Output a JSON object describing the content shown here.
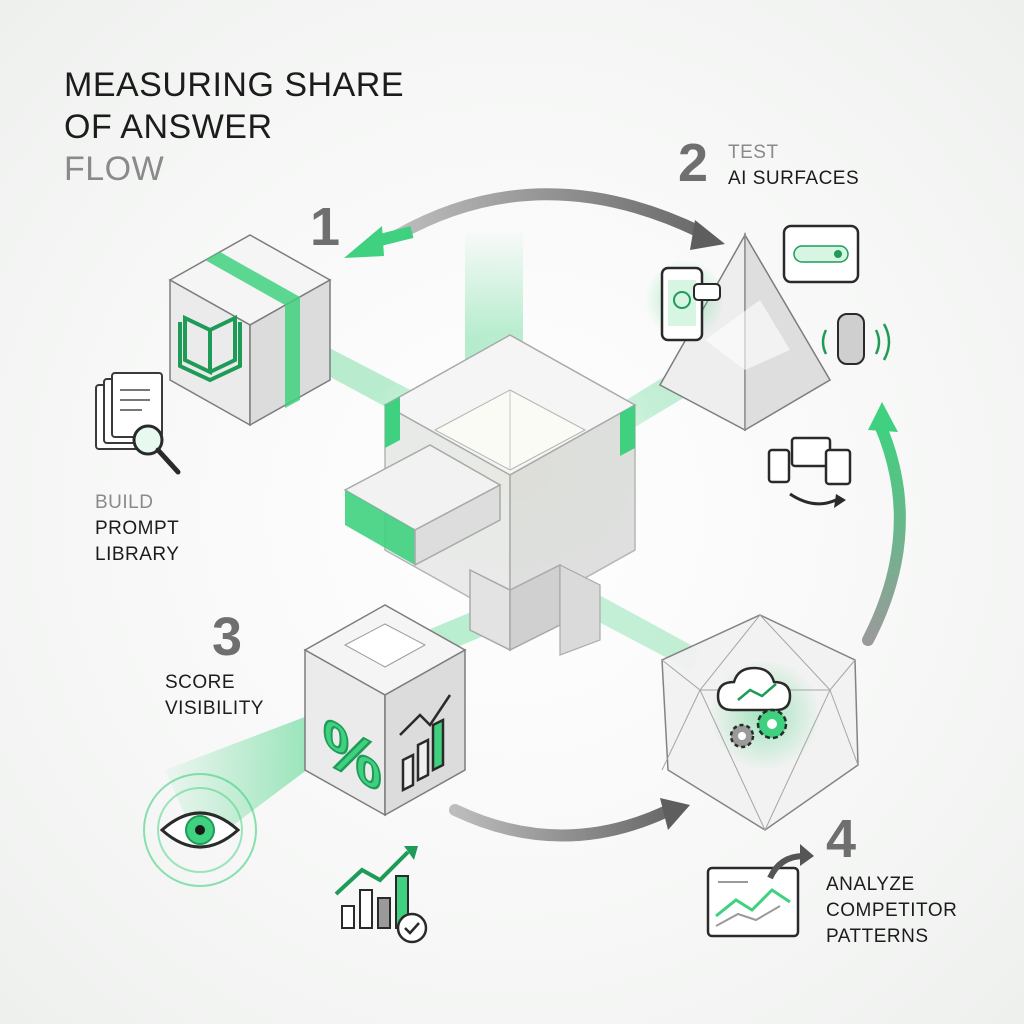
{
  "title": {
    "line1": "MEASURING SHARE",
    "line2": "OF ANSWER",
    "line3": "FLOW"
  },
  "steps": [
    {
      "number": "1",
      "label_line1": "BUILD",
      "label_line2": "PROMPT",
      "label_line3": "LIBRARY"
    },
    {
      "number": "2",
      "label_line1": "TEST",
      "label_line2": "AI SURFACES"
    },
    {
      "number": "3",
      "label_line1": "SCORE",
      "label_line2": "VISIBILITY"
    },
    {
      "number": "4",
      "label_line1": "ANALYZE",
      "label_line2": "COMPETITOR",
      "label_line3": "PATTERNS"
    }
  ],
  "cube_glyph": "%",
  "icons": [
    "book-icon",
    "document-search-icon",
    "prism-icon",
    "chatbot-phone-icon",
    "tablet-icon",
    "smart-speaker-icon",
    "devices-icon",
    "eye-target-icon",
    "growth-chart-icon",
    "cloud-analytics-icon",
    "gears-icon",
    "line-chart-card-icon"
  ],
  "colors": {
    "accent": "#3fd17f",
    "accent_dark": "#1f9b58",
    "ink": "#2a2a2a",
    "gray": "#6f6f6f"
  }
}
